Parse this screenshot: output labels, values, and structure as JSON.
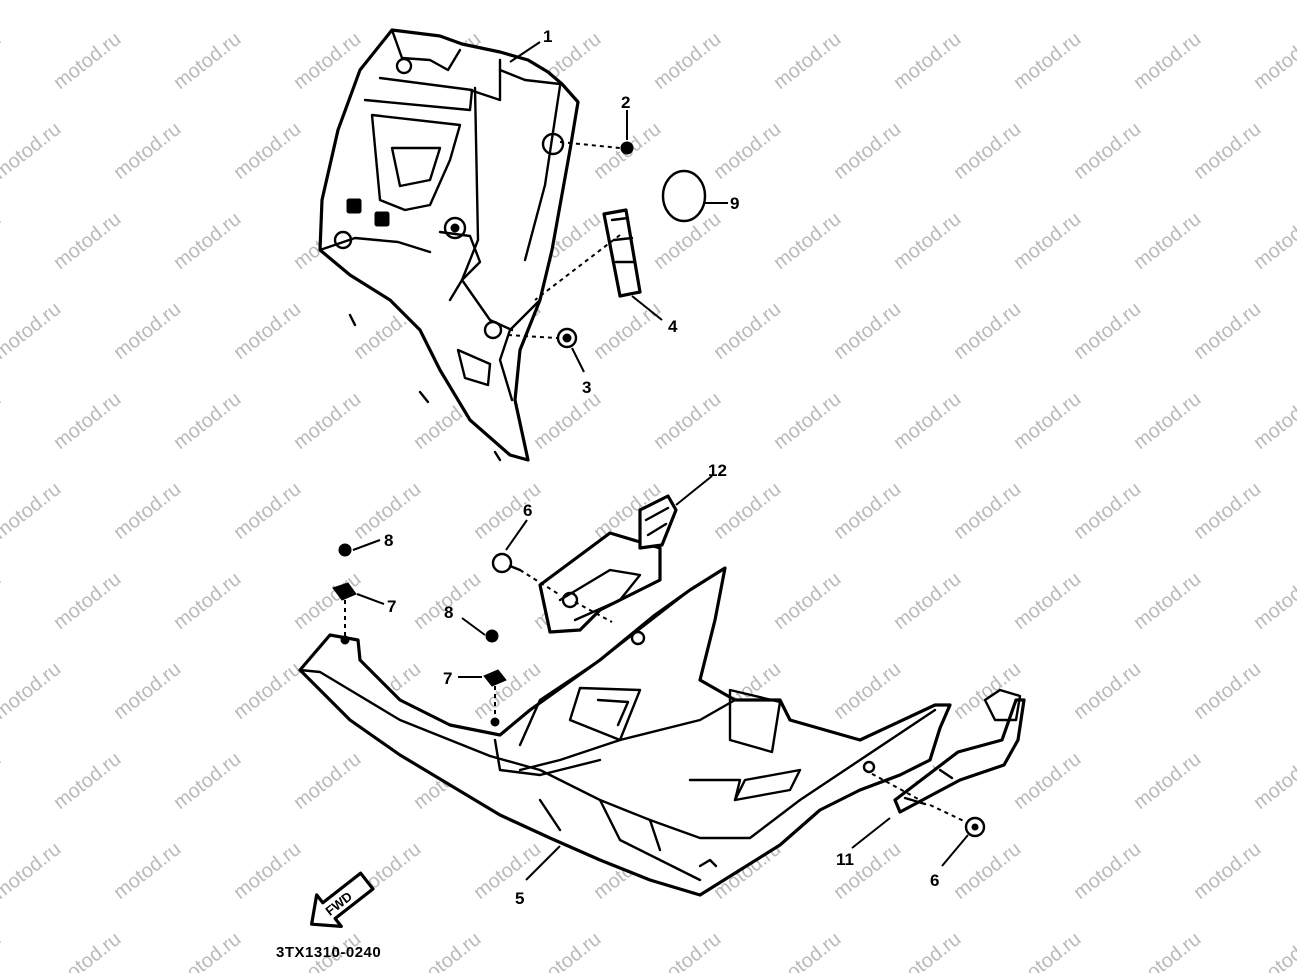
{
  "watermark": {
    "text": "motod.ru",
    "color": "#b9b9b9"
  },
  "diagram_code": "3TX1310-0240",
  "callouts": [
    {
      "id": "c1",
      "label": "1"
    },
    {
      "id": "c2",
      "label": "2"
    },
    {
      "id": "c9",
      "label": "9"
    },
    {
      "id": "c4",
      "label": "4"
    },
    {
      "id": "c3",
      "label": "3"
    },
    {
      "id": "c12",
      "label": "12"
    },
    {
      "id": "c6a",
      "label": "6"
    },
    {
      "id": "c8a",
      "label": "8"
    },
    {
      "id": "c7a",
      "label": "7"
    },
    {
      "id": "c8b",
      "label": "8"
    },
    {
      "id": "c7b",
      "label": "7"
    },
    {
      "id": "c11",
      "label": "11"
    },
    {
      "id": "c6b",
      "label": "6"
    },
    {
      "id": "c5",
      "label": "5"
    }
  ],
  "fwd_label": "FWD",
  "icons": [
    "fwd-arrow-icon",
    "screw-icon",
    "clip-icon",
    "grommet-icon"
  ]
}
